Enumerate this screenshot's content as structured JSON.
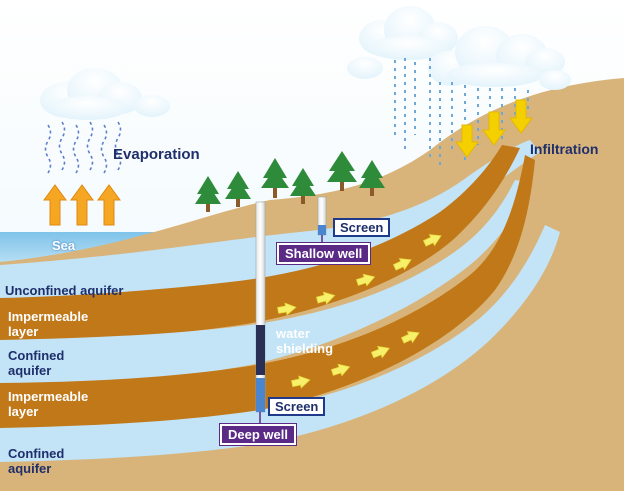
{
  "labels": {
    "evaporation": "Evaporation",
    "sea": "Sea",
    "infiltration": "Infiltration",
    "unconfined_aquifer": "Unconfined aquifer",
    "impermeable_layer_1": "Impermeable layer",
    "confined_aquifer_1": "Confined aquifer",
    "impermeable_layer_2": "Impermeable layer",
    "confined_aquifer_2": "Confined aquifer",
    "water_shielding": "water shielding",
    "screen_shallow": "Screen",
    "shallow_well": "Shallow well",
    "screen_deep": "Screen",
    "deep_well": "Deep well"
  },
  "colors": {
    "sky": "#ffffff",
    "sea": "#a9d8f0",
    "ground": "#d8b47a",
    "aquifer": "#c3e3f6",
    "impermeable": "#c07818",
    "arrow_up": "#f5a623",
    "arrow_down": "#f5d000",
    "label_text": "#1f2f6b",
    "well_label_bg": "#5a2a86"
  }
}
